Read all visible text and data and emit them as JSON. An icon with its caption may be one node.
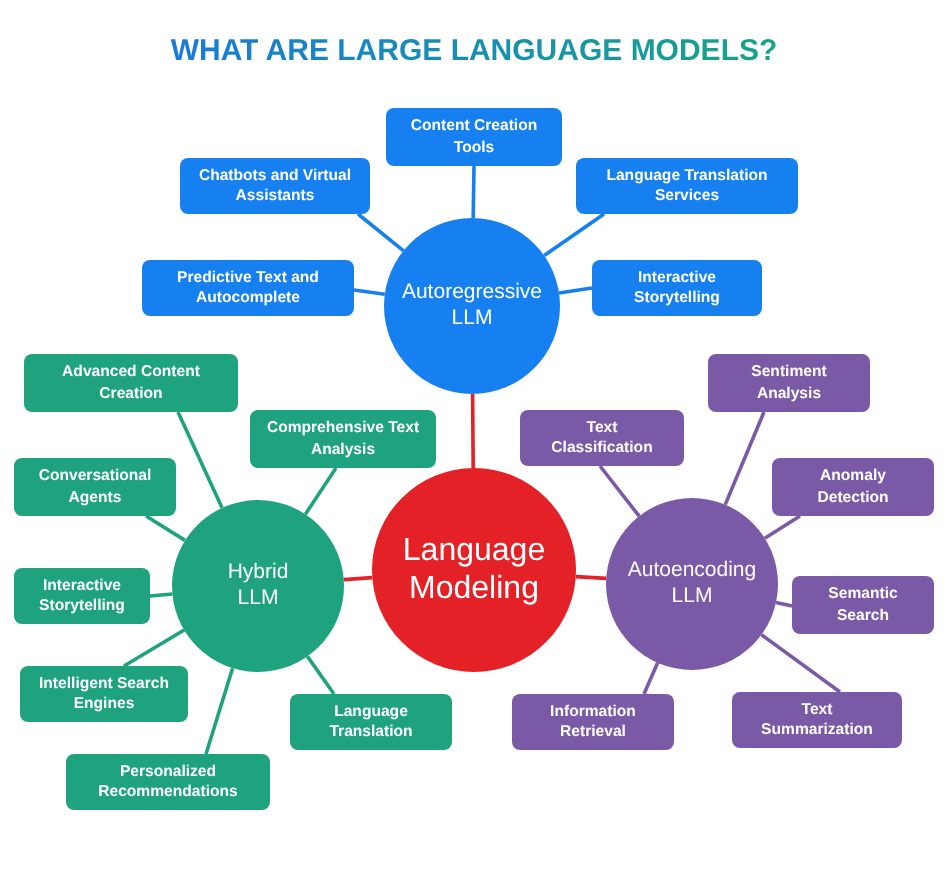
{
  "diagram": {
    "title": "WHAT ARE LARGE LANGUAGE MODELS?",
    "nodes": [
      {
        "text": [
          "Content Creation Tools"
        ]
      },
      {
        "text": [
          "Chatbots and Virtual Assistants"
        ]
      },
      {
        "text": [
          "Language Translation Services"
        ]
      },
      {
        "text": [
          "Predictive Text and Autocomplete"
        ]
      },
      {
        "text": [
          "Autoregressive LLM"
        ]
      },
      {
        "text": [
          "Interactive Storytelling"
        ]
      },
      {
        "text": [
          "Advanced Content Creation"
        ]
      },
      {
        "text": [
          "Sentiment Analysis"
        ]
      },
      {
        "text": [
          "Comprehensive Text Analysis"
        ]
      },
      {
        "text": [
          "Text Classification"
        ]
      },
      {
        "text": [
          "Conversational Agents"
        ]
      },
      {
        "text": [
          "Anomaly Detection"
        ]
      },
      {
        "text": [
          "Language Modeling"
        ]
      },
      {
        "text": [
          "Hybrid LLM"
        ]
      },
      {
        "text": [
          "Autoencoding LLM"
        ]
      },
      {
        "text": [
          "Interactive Storytelling"
        ]
      },
      {
        "text": [
          "Semantic Search"
        ]
      },
      {
        "text": [
          "Intelligent Search Engines"
        ]
      },
      {
        "text": [
          "Language Translation"
        ]
      },
      {
        "text": [
          "Information Retrieval"
        ]
      },
      {
        "text": [
          "Text Summarization"
        ]
      },
      {
        "text": [
          "Personalized Recommendations"
        ]
      }
    ],
    "edges": [
      {
        "from": 4,
        "to": 0,
        "arrow": "none",
        "color": "#1780f0"
      },
      {
        "from": 4,
        "to": 1,
        "arrow": "none",
        "color": "#1780f0"
      },
      {
        "from": 4,
        "to": 2,
        "arrow": "none",
        "color": "#1780f0"
      },
      {
        "from": 4,
        "to": 3,
        "arrow": "none",
        "color": "#1780f0"
      },
      {
        "from": 4,
        "to": 5,
        "arrow": "none",
        "color": "#1780f0"
      },
      {
        "from": 13,
        "to": 6,
        "arrow": "none",
        "color": "#1fa37f"
      },
      {
        "from": 13,
        "to": 8,
        "arrow": "none",
        "color": "#1fa37f"
      },
      {
        "from": 13,
        "to": 10,
        "arrow": "none",
        "color": "#1fa37f"
      },
      {
        "from": 13,
        "to": 15,
        "arrow": "none",
        "color": "#1fa37f"
      },
      {
        "from": 13,
        "to": 17,
        "arrow": "none",
        "color": "#1fa37f"
      },
      {
        "from": 13,
        "to": 18,
        "arrow": "none",
        "color": "#1fa37f"
      },
      {
        "from": 13,
        "to": 21,
        "arrow": "none",
        "color": "#1fa37f"
      },
      {
        "from": 14,
        "to": 7,
        "arrow": "none",
        "color": "#7a5aa6"
      },
      {
        "from": 14,
        "to": 9,
        "arrow": "none",
        "color": "#7a5aa6"
      },
      {
        "from": 14,
        "to": 11,
        "arrow": "none",
        "color": "#7a5aa6"
      },
      {
        "from": 14,
        "to": 16,
        "arrow": "none",
        "color": "#7a5aa6"
      },
      {
        "from": 14,
        "to": 19,
        "arrow": "none",
        "color": "#7a5aa6"
      },
      {
        "from": 14,
        "to": 20,
        "arrow": "none",
        "color": "#7a5aa6"
      },
      {
        "from": 12,
        "to": 4,
        "arrow": "none",
        "color": "#e42127"
      },
      {
        "from": 12,
        "to": 13,
        "arrow": "none",
        "color": "#e42127"
      },
      {
        "from": 12,
        "to": 14,
        "arrow": "none",
        "color": "#e42127"
      }
    ]
  }
}
